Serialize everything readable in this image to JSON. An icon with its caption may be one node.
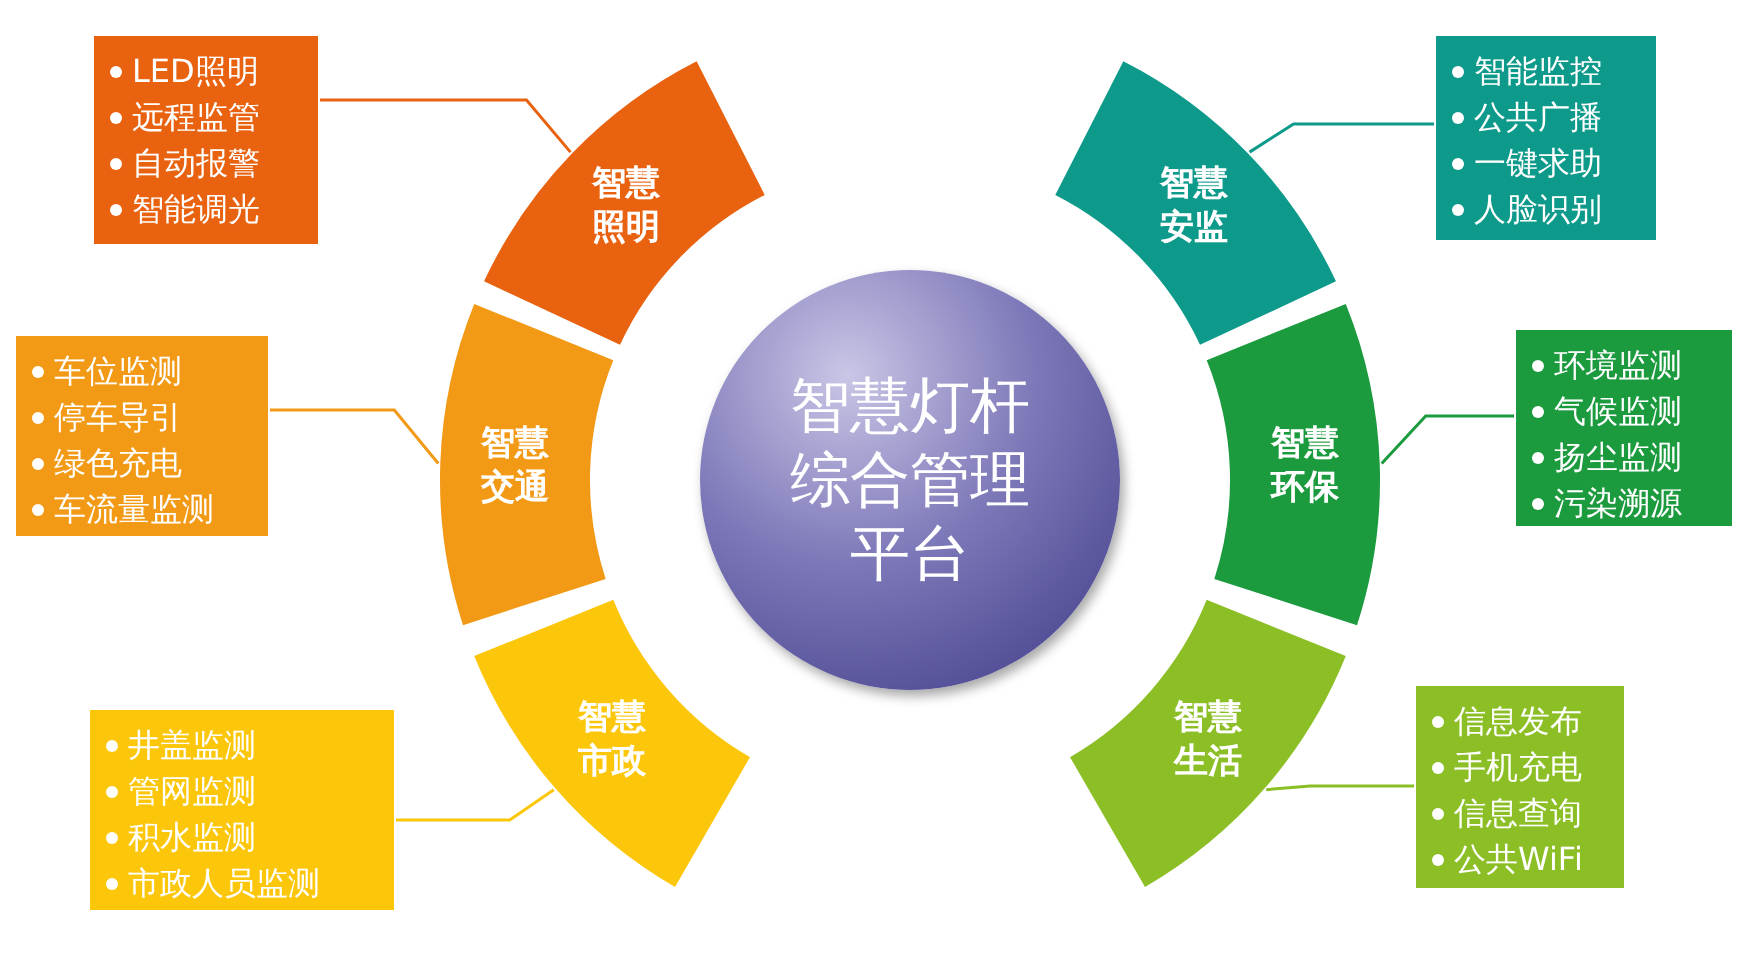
{
  "diagram": {
    "nodes": [
      {
        "text": [
          "智慧灯杆综合管理平台"
        ]
      },
      {
        "text": [
          "智慧照明"
        ]
      },
      {
        "text": [
          "智慧安监"
        ]
      },
      {
        "text": [
          "智慧交通"
        ]
      },
      {
        "text": [
          "智慧环保"
        ]
      },
      {
        "text": [
          "智慧市政"
        ]
      },
      {
        "text": [
          "智慧生活"
        ]
      },
      {
        "text": [
          "LED照明",
          "远程监管",
          "自动报警",
          "智能调光"
        ]
      },
      {
        "text": [
          "智能监控",
          "公共广播",
          "一键求助",
          "人脸识别"
        ]
      },
      {
        "text": [
          "车位监测",
          "停车导引",
          "绿色充电",
          "车流量监测"
        ]
      },
      {
        "text": [
          "环境监测",
          "气候监测",
          "扬尘监测",
          "污染溯源"
        ]
      },
      {
        "text": [
          "井盖监测",
          "管网监测",
          "积水监测",
          "市政人员监测"
        ]
      },
      {
        "text": [
          "信息发布",
          "手机充电",
          "信息查询",
          "公共WiFi"
        ]
      }
    ],
    "edges": [
      {
        "from": 7,
        "to": 1,
        "arrow": "none",
        "color": "#e8620f"
      },
      {
        "from": 8,
        "to": 2,
        "arrow": "none",
        "color": "#0e9a8b"
      },
      {
        "from": 9,
        "to": 3,
        "arrow": "none",
        "color": "#f29a16"
      },
      {
        "from": 10,
        "to": 4,
        "arrow": "none",
        "color": "#1b9a3e"
      },
      {
        "from": 11,
        "to": 5,
        "arrow": "none",
        "color": "#fcc60a"
      },
      {
        "from": 12,
        "to": 6,
        "arrow": "none",
        "color": "#8cbf26"
      }
    ]
  }
}
